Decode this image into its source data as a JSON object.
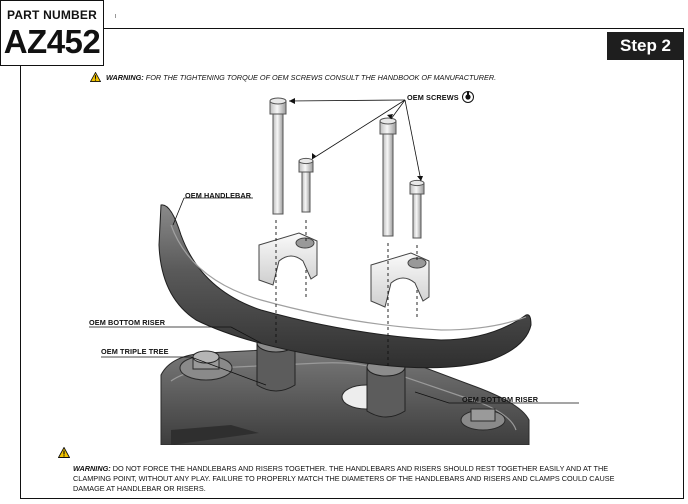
{
  "part": {
    "label": "PART NUMBER",
    "number": "AZ452"
  },
  "step": {
    "label": "Step 2"
  },
  "warning_top": {
    "prefix": "WARNING:",
    "text": "FOR THE TIGHTENING TORQUE OF OEM SCREWS CONSULT THE HANDBOOK OF MANUFACTURER."
  },
  "callouts": {
    "oem_screws": "OEM SCREWS",
    "oem_handlebar": "OEM HANDLEBAR",
    "oem_bottom_riser_left": "OEM BOTTOM RISER",
    "oem_triple_tree": "OEM TRIPLE TREE",
    "oem_bottom_riser_right": "OEM BOTTOM RISER"
  },
  "warning_bottom": {
    "prefix": "WARNING:",
    "text": "DO NOT FORCE THE HANDLEBARS AND RISERS TOGETHER. THE HANDLEBARS AND RISERS SHOULD REST TOGETHER EASILY AND AT THE CLAMPING POINT, WITHOUT ANY PLAY. FAILURE TO PROPERLY MATCH THE DIAMETERS OF THE HANDLEBARS AND RISERS AND CLAMPS COULD CAUSE DAMAGE AT HANDLEBAR OR RISERS."
  },
  "icons": {
    "warning": "warning-triangle-icon",
    "oem": "oem-circle-icon"
  },
  "colors": {
    "step_bg": "#1e1e1e",
    "parts_gray": "#6f6f6f",
    "parts_light": "#e8e8e8"
  }
}
